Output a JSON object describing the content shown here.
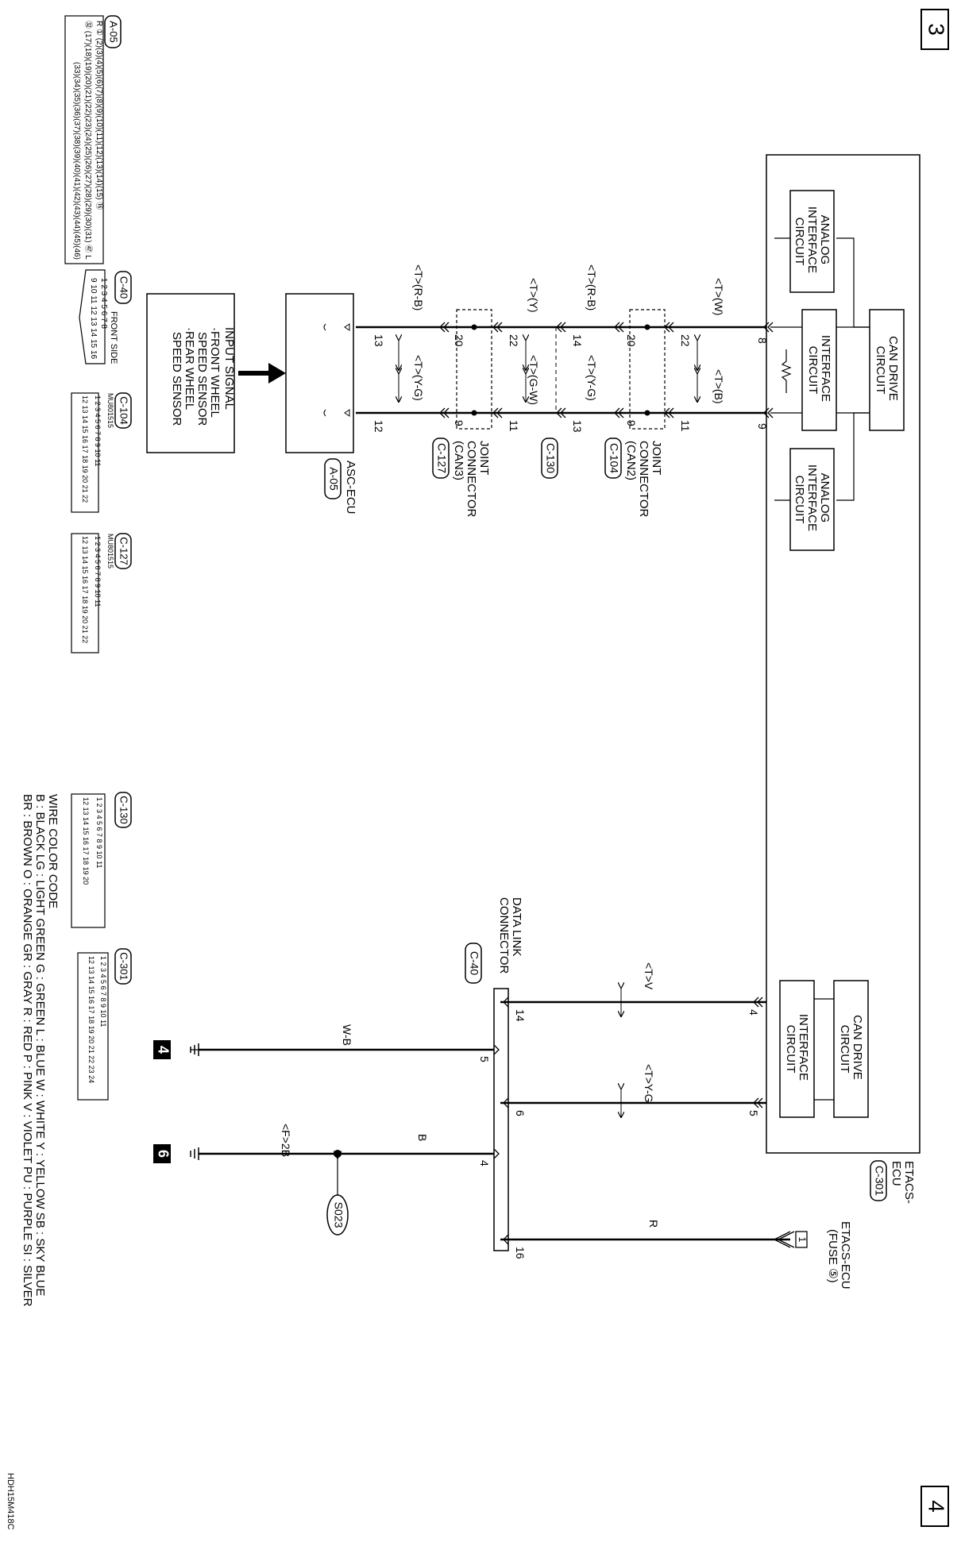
{
  "page_numbers": {
    "top": "3",
    "bottom": "4"
  },
  "figure_code": "HDH15M418C",
  "etacs_top": {
    "can_drive": [
      "CAN DRIVE",
      "CIRCUIT"
    ],
    "interface": [
      "INTERFACE",
      "CIRCUIT"
    ],
    "analog1": [
      "ANALOG",
      "INTERFACE",
      "CIRCUIT"
    ],
    "analog2": [
      "ANALOG",
      "INTERFACE",
      "CIRCUIT"
    ]
  },
  "etacs_bottom": {
    "can_drive": [
      "CAN DRIVE",
      "CIRCUIT"
    ],
    "interface": [
      "INTERFACE",
      "CIRCUIT"
    ],
    "label": [
      "ETACS-",
      "ECU"
    ],
    "connector": "C-301"
  },
  "etacs_fuse": [
    "ETACS-ECU",
    "(FUSE ⑤)"
  ],
  "fuse_symbol": "1",
  "joint_can2": {
    "lines": [
      "JOINT",
      "CONNECTOR",
      "(CAN2)"
    ],
    "connector": "C-104"
  },
  "joint_can3": {
    "lines": [
      "JOINT",
      "CONNECTOR",
      "(CAN3)"
    ],
    "connector": "C-127"
  },
  "asc": {
    "label": "ASC-ECU",
    "connector": "A-05"
  },
  "input_signal": [
    "INPUT SIGNAL",
    "·FRONT WHEEL",
    "SPEED SENSOR",
    "·REAR WHEEL",
    "SPEED SENSOR"
  ],
  "data_link": {
    "lines": [
      "DATA LINK",
      "CONNECTOR"
    ],
    "connector": "C-40"
  },
  "splice": "S023",
  "ground_marks": [
    "4",
    "6"
  ],
  "pins": {
    "etacs_a": "8",
    "etacs_b": "9",
    "c104_22": "22",
    "c104_11": "11",
    "c104_20": "20",
    "c104_9": "9",
    "c130_14": "14",
    "c130_13": "13",
    "c127_22": "22",
    "c127_11": "11",
    "c127_20": "20",
    "c127_9": "9",
    "asc_13": "13",
    "asc_12": "12",
    "e301_4": "4",
    "e301_5": "5",
    "dl_14": "14",
    "dl_6": "6",
    "dl_5": "5",
    "dl_4": "4",
    "dl_16": "16"
  },
  "wires": {
    "w1": "<T>(W)",
    "w2": "<T>(B)",
    "w3": "<T>(R-B)",
    "w4": "<T>(Y-G)",
    "w5": "<T>(Y)",
    "w6": "<T>(G-W)",
    "w7": "<T>(R-B)",
    "w8": "<T>(Y-G)",
    "w9": "<T>V",
    "w10": "<T>Y-G",
    "w11": "W-B",
    "w12": "B",
    "w13": "<F>2B",
    "w14": "R"
  },
  "connector_refs": {
    "a05": {
      "name": "A-05",
      "rows": [
        "R ① (2)(3)(4)(5)(6)(7)(8)(9)(10)(11)(12)(13)(14)(15) ⑯",
        "㉜ (17)(18)(19)(20)(21)(22)(23)(24)(25)(26)(27)(28)(29)(30)(31) ㊼ L",
        "(33)(34)(35)(36)(37)(38)(39)(40)(41)(42)(43)(44)(45)(46)"
      ]
    },
    "c40": {
      "name": "C-40",
      "note": "FRONT SIDE",
      "rows": [
        "1 2 3 4 5 6 7 8",
        "9 10 11 12 13 14 15 16"
      ]
    },
    "c104": {
      "name": "C-104",
      "code": "MU801515",
      "rows": [
        "1 2 3 4 5 6 7 8 9 10 11",
        "12 13 14 15 16 17 18 19 20 21 22"
      ]
    },
    "c127": {
      "name": "C-127",
      "code": "MU801515",
      "rows": [
        "1 2 3 4 5 6 7 8 9 10 11",
        "12 13 14 15 16 17 18 19 20 21 22"
      ]
    },
    "c130": {
      "name": "C-130",
      "rows": [
        "1 2 3 4 5 6 7 8 9 10 11",
        "12 13 14 15 16 17 18 19 20"
      ]
    },
    "c301": {
      "name": "C-301",
      "rows": [
        "1 2 3 4 5 6 7 8 9 10 11",
        "12 13 14 15 16 17 18 19 20 21 22 23 24"
      ]
    }
  },
  "legend": {
    "title": "WIRE COLOR CODE",
    "line1": "B : BLACK   LG : LIGHT GREEN   G : GREEN   L : BLUE   W : WHITE   Y : YELLOW   SB : SKY BLUE",
    "line2": "BR : BROWN   O : ORANGE   GR : GRAY   R : RED   P : PINK   V : VIOLET   PU : PURPLE   SI : SILVER"
  }
}
